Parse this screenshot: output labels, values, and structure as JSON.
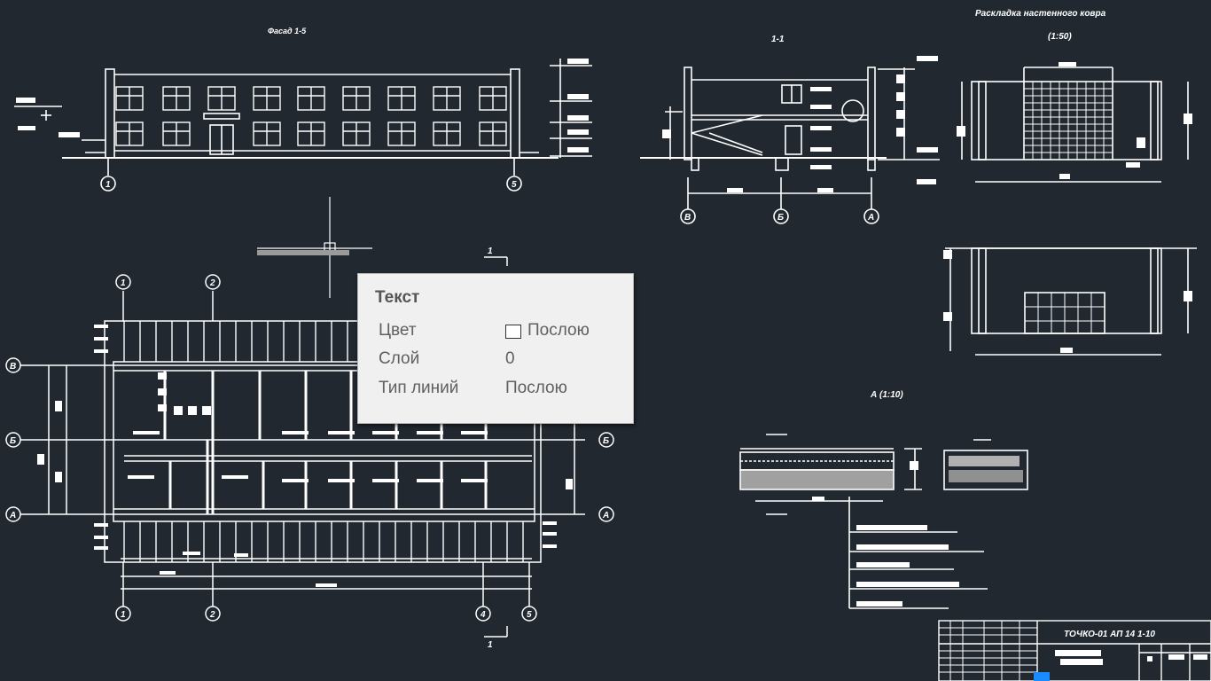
{
  "drawing": {
    "labels": {
      "facade_title": "Фасад 1-5",
      "section_title": "1-1",
      "layout_title": "Раскладка настенного ковра",
      "layout_scale": "(1:50)",
      "detail_title": "А (1:10)",
      "stamp_code": "ТОЧКО-01 АП 14 1-10",
      "plan_section_mark": "1"
    },
    "axis_marks": {
      "one": "1",
      "two": "2",
      "four": "4",
      "five": "5",
      "a": "А",
      "b": "Б",
      "v": "В"
    }
  },
  "tooltip": {
    "title": "Текст",
    "rows": [
      {
        "label": "Цвет",
        "value": "Послою",
        "swatch_color": "#ffffff"
      },
      {
        "label": "Слой",
        "value": "0"
      },
      {
        "label": "Тип линий",
        "value": "Послою"
      }
    ]
  },
  "colors": {
    "background": "#212830",
    "lines": "#ffffff",
    "tooltip_bg": "#f0f0f0",
    "accent": "#1a8cff"
  }
}
